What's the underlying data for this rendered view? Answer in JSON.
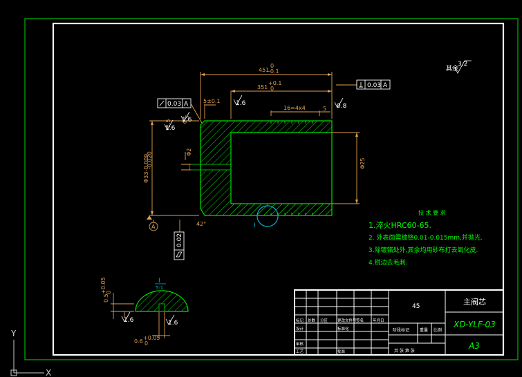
{
  "drawing": {
    "dims": {
      "overall_length": "451",
      "overall_tol_top": "0",
      "overall_tol_bottom": "-0.1",
      "bore_length": "351",
      "bore_tol_top": "+0.1",
      "bore_tol_bottom": "0",
      "slot_pattern": "16=4x4",
      "slot_end": "5",
      "step": "5±0.1",
      "chamfer": "1.5",
      "chamfer2": "0.5",
      "outer_dia": "Φ33-0.009",
      "outer_dia_tol": "-0.020",
      "bore_dia": "Φ25",
      "hole": "Φ2",
      "angle": "42°",
      "ref_a": "A",
      "iso_label": "I"
    },
    "fcf": {
      "runout": "0.03",
      "runout_ref": "A",
      "perp": "0.03",
      "perp_ref": "A",
      "cyl": "0.02"
    },
    "rough": {
      "r1": "1.6",
      "r2": "0.8",
      "r3": "1.6",
      "r4": "1.6",
      "rest_label": "其余",
      "rest_value": "3.2"
    },
    "detail": {
      "label": "I",
      "scale": "5:1",
      "depth": "0.5",
      "depth_tol_top": "+0.05",
      "depth_tol_bottom": "0",
      "width": "0.6",
      "width_tol_top": "+0.05",
      "width_tol_bottom": "0",
      "r1": "1.6",
      "r2": "1.6"
    },
    "notes": {
      "title": "技 术 要 求",
      "n1": "1.淬火HRC60-65.",
      "n2": "2.  外表面需镀铬0.01-0.015mm,并抛光.",
      "n3": "3.除镀铬处外,其余均用砂布打去氧化皮.",
      "n4": "4.锐边去毛刺."
    },
    "title_block": {
      "material": "45",
      "part_name": "主阀芯",
      "drawing_no": "XD-YLF-03",
      "size": "A3",
      "stage_mark": "阶段标记",
      "weight": "重量",
      "scale": "比例",
      "sheet": "共   张  第   张",
      "r_mark": "标记",
      "r_count": "处数",
      "r_zone": "分区",
      "r_doc": "更改文件号",
      "r_sign": "签名",
      "r_date": "年月日",
      "r_design": "设计",
      "r_std": "标准化",
      "r_check": "审核",
      "r_process": "工艺",
      "r_approve": "批准"
    },
    "ucs": {
      "y": "Y",
      "x": "X"
    }
  }
}
